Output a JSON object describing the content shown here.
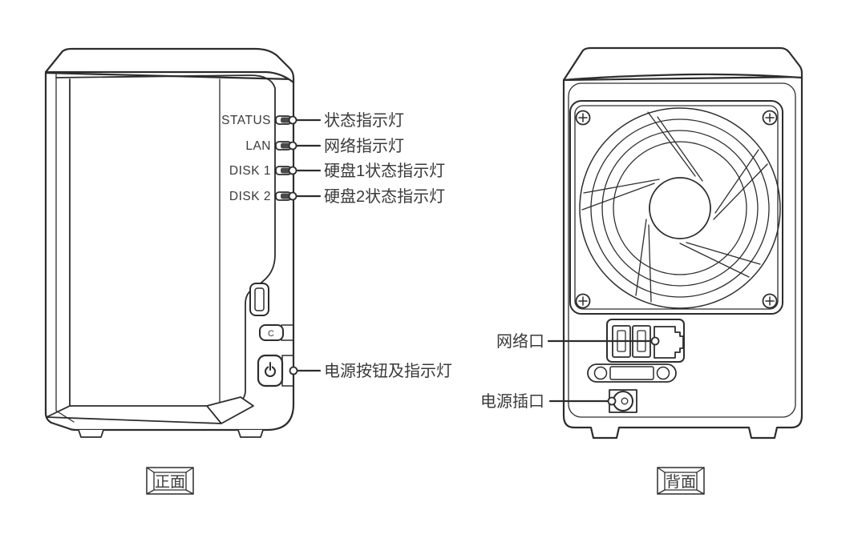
{
  "front_view": {
    "caption": "正面",
    "leds": [
      {
        "label": "STATUS",
        "annotation": "状态指示灯"
      },
      {
        "label": "LAN",
        "annotation": "网络指示灯"
      },
      {
        "label": "DISK 1",
        "annotation": "硬盘1状态指示灯"
      },
      {
        "label": "DISK 2",
        "annotation": "硬盘2状态指示灯"
      }
    ],
    "power_button_annotation": "电源按钮及指示灯",
    "copy_button_glyph": "C"
  },
  "back_view": {
    "caption": "背面",
    "network_port_annotation": "网络口",
    "power_socket_annotation": "电源插口"
  },
  "colors": {
    "line": "#2d2d2d",
    "text": "#3a3a3a",
    "led_dark": "#4a4a4a",
    "button_gray": "#c3c3c3",
    "rj45_gray": "#8d8d8d",
    "dc_gray": "#7e7e7e",
    "background": "#ffffff"
  }
}
